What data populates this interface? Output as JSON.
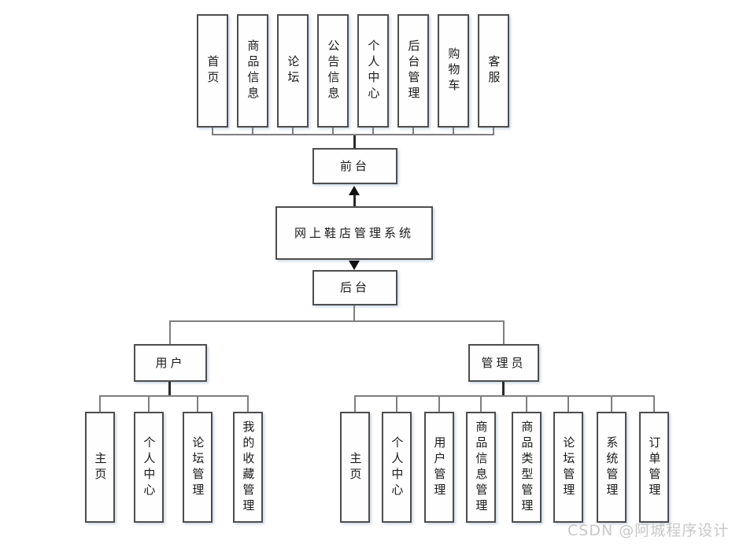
{
  "diagram": {
    "root_label": "网上鞋店管理系统",
    "frontend": {
      "label": "前台",
      "modules": [
        "首页",
        "商品信息",
        "论坛",
        "公告信息",
        "个人中心",
        "后台管理",
        "购物车",
        "客服"
      ]
    },
    "backend": {
      "label": "后台",
      "user": {
        "label": "用户",
        "modules": [
          "主页",
          "个人中心",
          "论坛管理",
          "我的收藏管理"
        ]
      },
      "admin": {
        "label": "管理员",
        "modules": [
          "主页",
          "个人中心",
          "用户管理",
          "商品信息管理",
          "商品类型管理",
          "论坛管理",
          "系统管理",
          "订单管理"
        ]
      }
    }
  },
  "watermark": "CSDN @阿城程序设计",
  "colors": {
    "background": "#ffffff",
    "box_border": "#4d4d4d",
    "connector": "#7f7f7f",
    "emphasis_line": "#2a2a2a",
    "arrow": "#111111",
    "watermark": "#c8c8c8"
  }
}
